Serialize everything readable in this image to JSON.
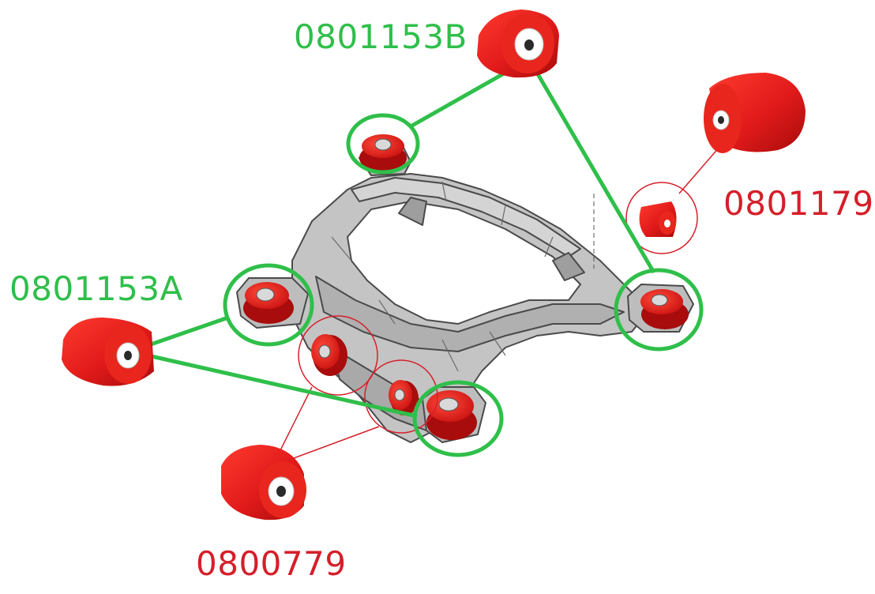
{
  "labels": {
    "part_b": "0801153B",
    "part_a": "0801153A",
    "part_179": "0801179",
    "part_779": "0800779"
  },
  "colors": {
    "green": "#2fbf4a",
    "red": "#d51f2a",
    "bushing_red": "#e01a1a",
    "bushing_dark": "#a80c0c",
    "frame_fill": "#bdbdbd",
    "frame_stroke": "#4a4a4a"
  },
  "icons": {
    "bushing": "cylindrical-polyurethane-bushing",
    "subframe": "rear-suspension-subframe"
  }
}
